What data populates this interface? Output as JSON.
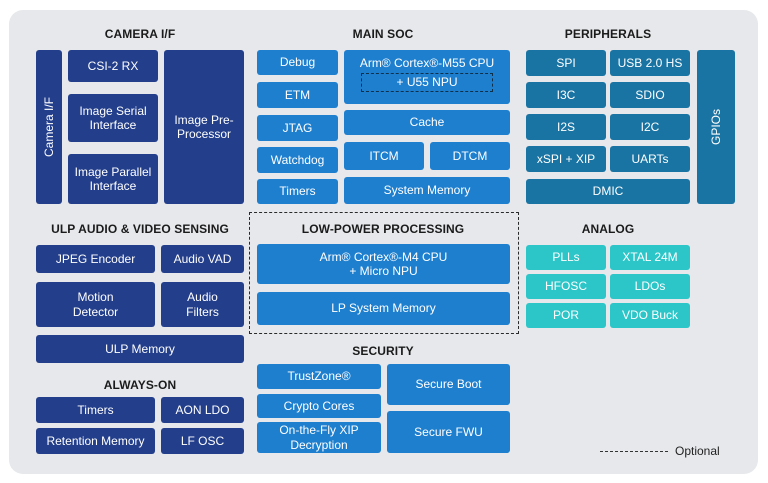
{
  "sections": {
    "camera": "CAMERA I/F",
    "main_soc": "MAIN SOC",
    "peripherals": "PERIPHERALS",
    "ulp": "ULP AUDIO & VIDEO SENSING",
    "low_power": "LOW-POWER PROCESSING",
    "analog": "ANALOG",
    "security": "SECURITY",
    "always_on": "ALWAYS-ON"
  },
  "camera": {
    "side_label": "Camera I/F",
    "csi": "CSI-2 RX",
    "serial": "Image Serial Interface",
    "parallel": "Image Parallel Interface",
    "preproc": "Image Pre-Processor"
  },
  "main_soc": {
    "debug": "Debug",
    "etm": "ETM",
    "jtag": "JTAG",
    "watchdog": "Watchdog",
    "timers": "Timers",
    "cpu": "Arm® Cortex®-M55 CPU",
    "npu": "+ U55 NPU",
    "cache": "Cache",
    "itcm": "ITCM",
    "dtcm": "DTCM",
    "sysmem": "System Memory"
  },
  "peripherals": {
    "spi": "SPI",
    "usb": "USB 2.0 HS",
    "i3c": "I3C",
    "sdio": "SDIO",
    "i2s": "I2S",
    "i2c": "I2C",
    "xspi": "xSPI + XIP",
    "uarts": "UARTs",
    "dmic": "DMIC",
    "gpios": "GPIOs"
  },
  "ulp": {
    "jpeg": "JPEG Encoder",
    "vad": "Audio VAD",
    "motion": "Motion Detector",
    "filters": "Audio Filters",
    "memory": "ULP Memory"
  },
  "low_power": {
    "cpu": "Arm® Cortex®-M4 CPU + Micro NPU",
    "memory": "LP System Memory"
  },
  "analog": {
    "plls": "PLLs",
    "xtal": "XTAL 24M",
    "hfosc": "HFOSC",
    "ldos": "LDOs",
    "por": "POR",
    "vdo": "VDO Buck"
  },
  "security": {
    "trustzone": "TrustZone®",
    "boot": "Secure Boot",
    "crypto": "Crypto Cores",
    "otf": "On-the-Fly XIP Decryption",
    "fwu": "Secure FWU"
  },
  "always_on": {
    "timers": "Timers",
    "aon_ldo": "AON LDO",
    "retention": "Retention Memory",
    "lf_osc": "LF OSC"
  },
  "legend": {
    "optional": "Optional"
  },
  "colors": {
    "navy": "#233e8b",
    "blue": "#1e7fcf",
    "teal": "#1a74a3",
    "mint": "#2cc5c8",
    "panel": "#e6e8eb"
  }
}
